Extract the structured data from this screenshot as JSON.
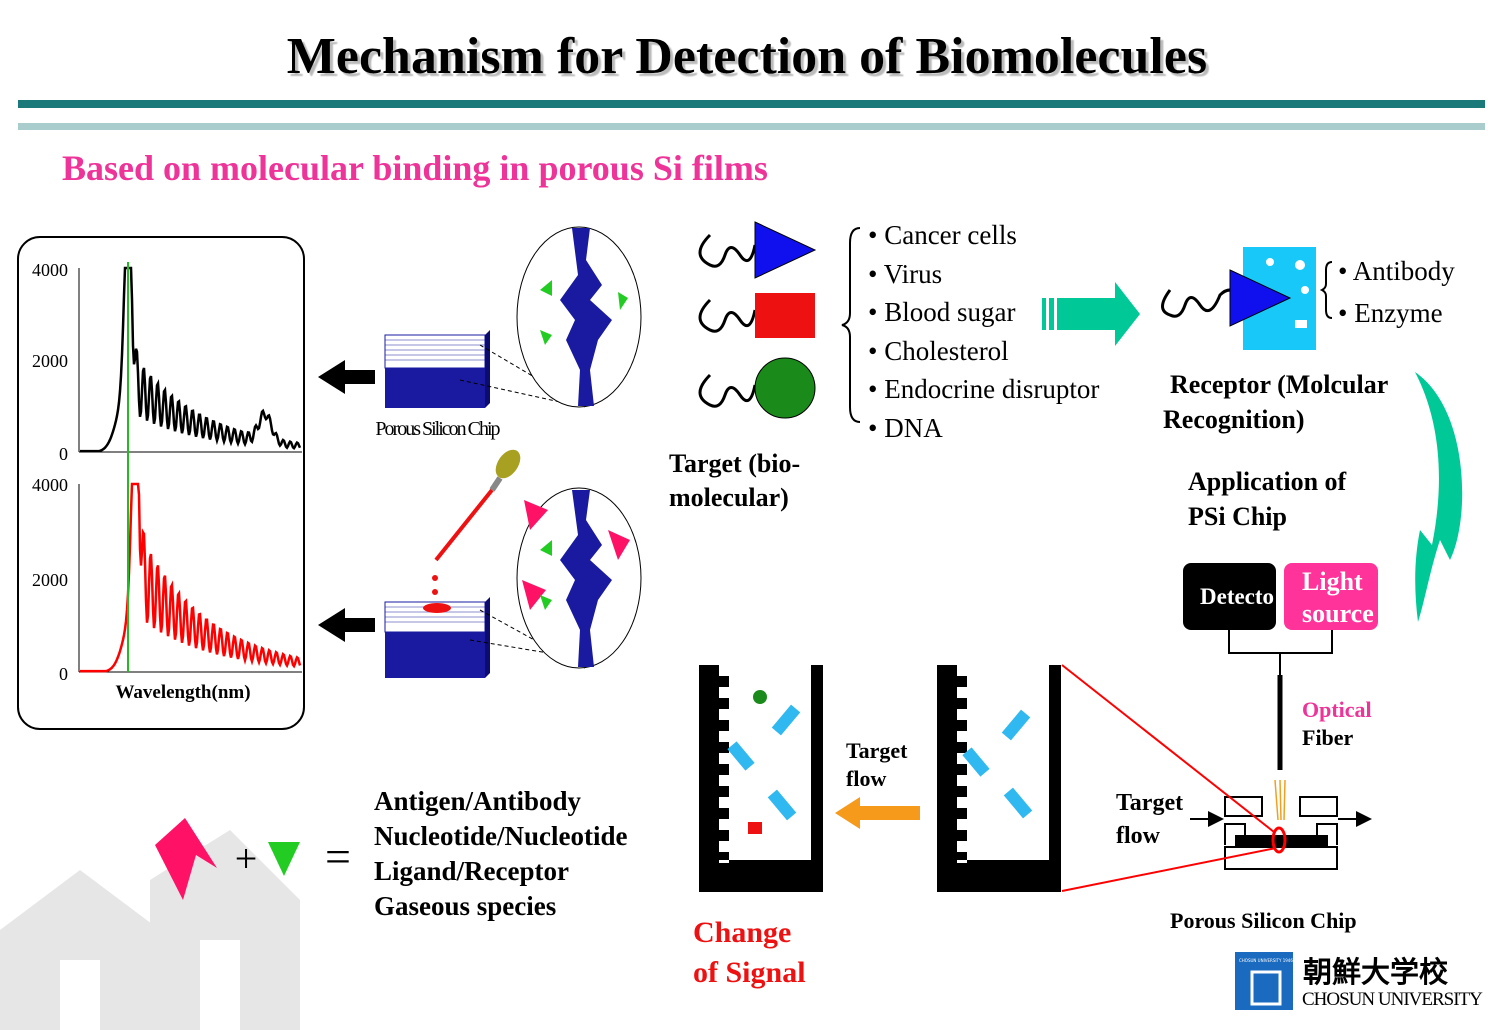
{
  "title": "Mechanism for Detection of Biomolecules",
  "subtitle": "Based on molecular binding in porous Si films",
  "spectra": {
    "top_ticks": [
      "4000",
      "2000",
      "0"
    ],
    "bottom_ticks": [
      "4000",
      "2000",
      "0"
    ],
    "xlabel": "Wavelength(nm)"
  },
  "chip_label_left": "Porous Silicon Chip",
  "targets": {
    "items": [
      "Cancer cells",
      "Virus",
      "Blood sugar",
      "Cholesterol",
      "Endocrine disruptor",
      "DNA"
    ],
    "caption_line1": "Target (bio-",
    "caption_line2": "molecular)"
  },
  "receptor": {
    "items": [
      "Antibody",
      "Enzyme"
    ],
    "caption_line1": "Receptor (Molcular",
    "caption_line2": "Recognition)"
  },
  "application": {
    "line1": "Application of",
    "line2": "PSi Chip"
  },
  "device": {
    "detector": "Detecto",
    "light_line1": "Light",
    "light_line2": "source",
    "optical": "Optical",
    "fiber": "Fiber",
    "flow_line1": "Target",
    "flow_line2": "flow",
    "chip_label": "Porous Silicon Chip"
  },
  "pores": {
    "flow_line1": "Target",
    "flow_line2": "flow",
    "change_line1": "Change",
    "change_line2": "of Signal"
  },
  "binding_pairs": {
    "plus": "+",
    "equals": "=",
    "items": [
      "Antigen/Antibody",
      "Nucleotide/Nucleotide",
      "Ligand/Receptor",
      "Gaseous species"
    ]
  },
  "logo": {
    "seal_text": "CHOSUN UNIVERSITY 1946",
    "hanja": "朝鮮大学校",
    "english": "CHOSUN UNIVERSITY"
  },
  "colors": {
    "teal_rule": "#1a7a7a",
    "pink": "#ee3399",
    "red": "#ee1111",
    "arrow_green": "#00c896",
    "blue": "#1a1aa0",
    "orange": "#f59a1a"
  }
}
